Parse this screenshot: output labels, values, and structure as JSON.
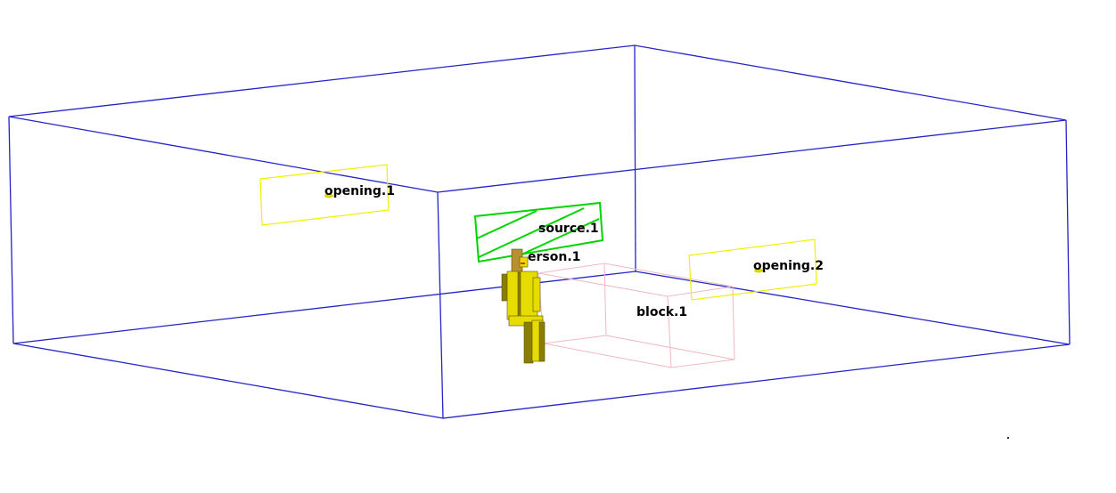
{
  "objects": {
    "opening_1": "opening.1",
    "source_1": "source.1",
    "person_1": "erson.1",
    "opening_2": "opening.2",
    "block_1": "block.1"
  },
  "colors": {
    "room": "#2424c8",
    "opening": "#f0f000",
    "opening_marker": "#d8d800",
    "source": "#00d400",
    "block": "#f0b8c0",
    "person_body": "#e6dc00",
    "person_shade": "#8a7e00",
    "person_head": "#b89030",
    "person_face": "#e03020",
    "label": "#000000"
  }
}
